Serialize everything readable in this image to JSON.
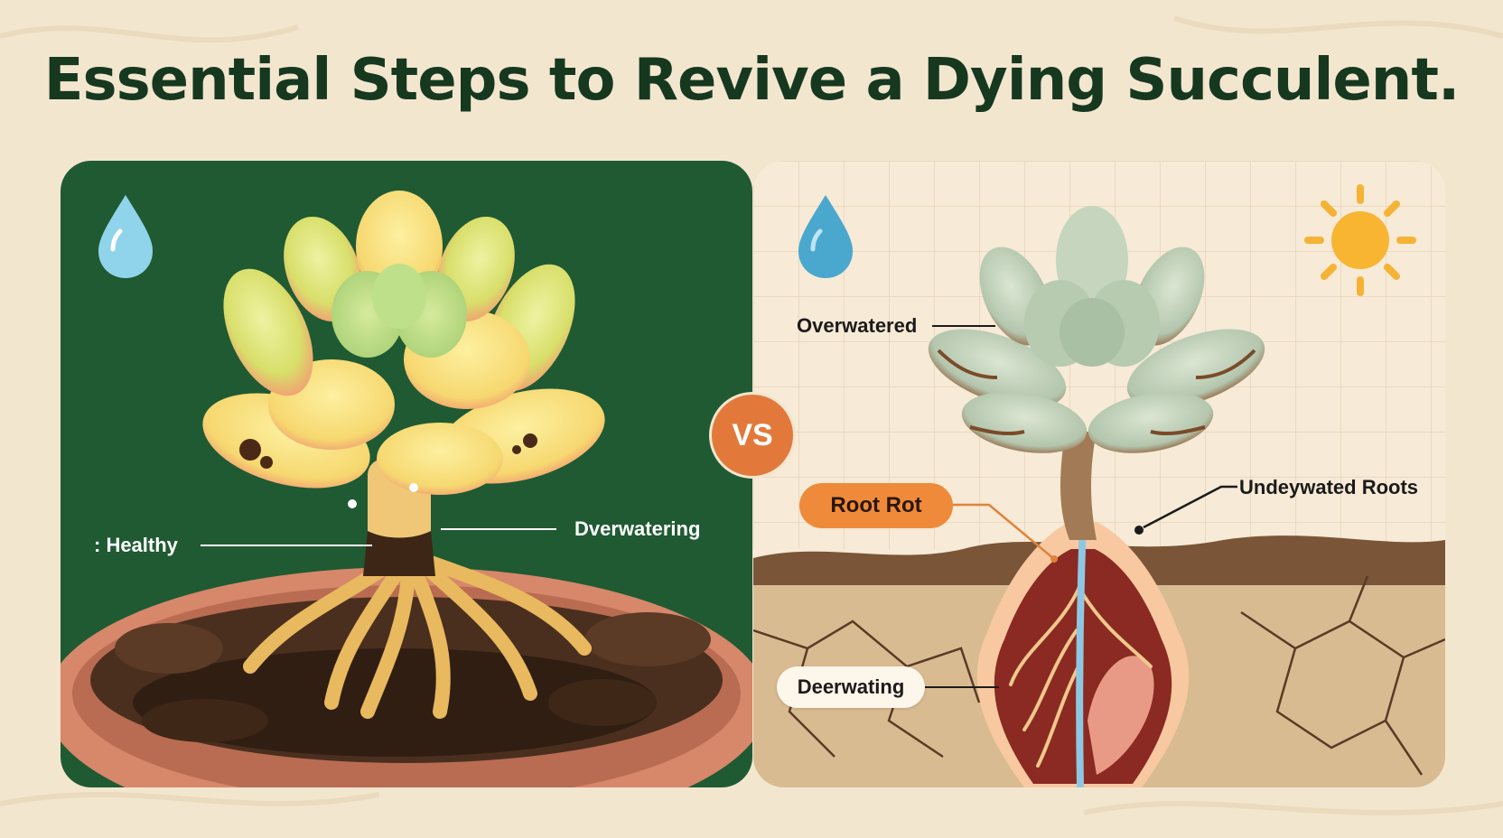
{
  "header": {
    "title": "Essential Steps to Revive a Dying Succulent."
  },
  "badge": {
    "vs": "VS"
  },
  "left_panel": {
    "labels": {
      "healthy": ": Healthy",
      "overwatering": "Dverwatering"
    },
    "icons": [
      "water-drop-icon"
    ]
  },
  "right_panel": {
    "labels": {
      "overwatered": "Overwatered",
      "root_rot": "Root Rot",
      "underwatered_roots": "Undeywated Roots",
      "deerwating": "Deerwating"
    },
    "icons": [
      "water-drop-icon",
      "sun-icon"
    ]
  },
  "colors": {
    "background": "#f3e6cf",
    "title": "#16381f",
    "left_panel": "#1f5a33",
    "right_panel": "#f7ead6",
    "accent_orange": "#ef8a3a",
    "vs_badge": "#e2793a"
  }
}
